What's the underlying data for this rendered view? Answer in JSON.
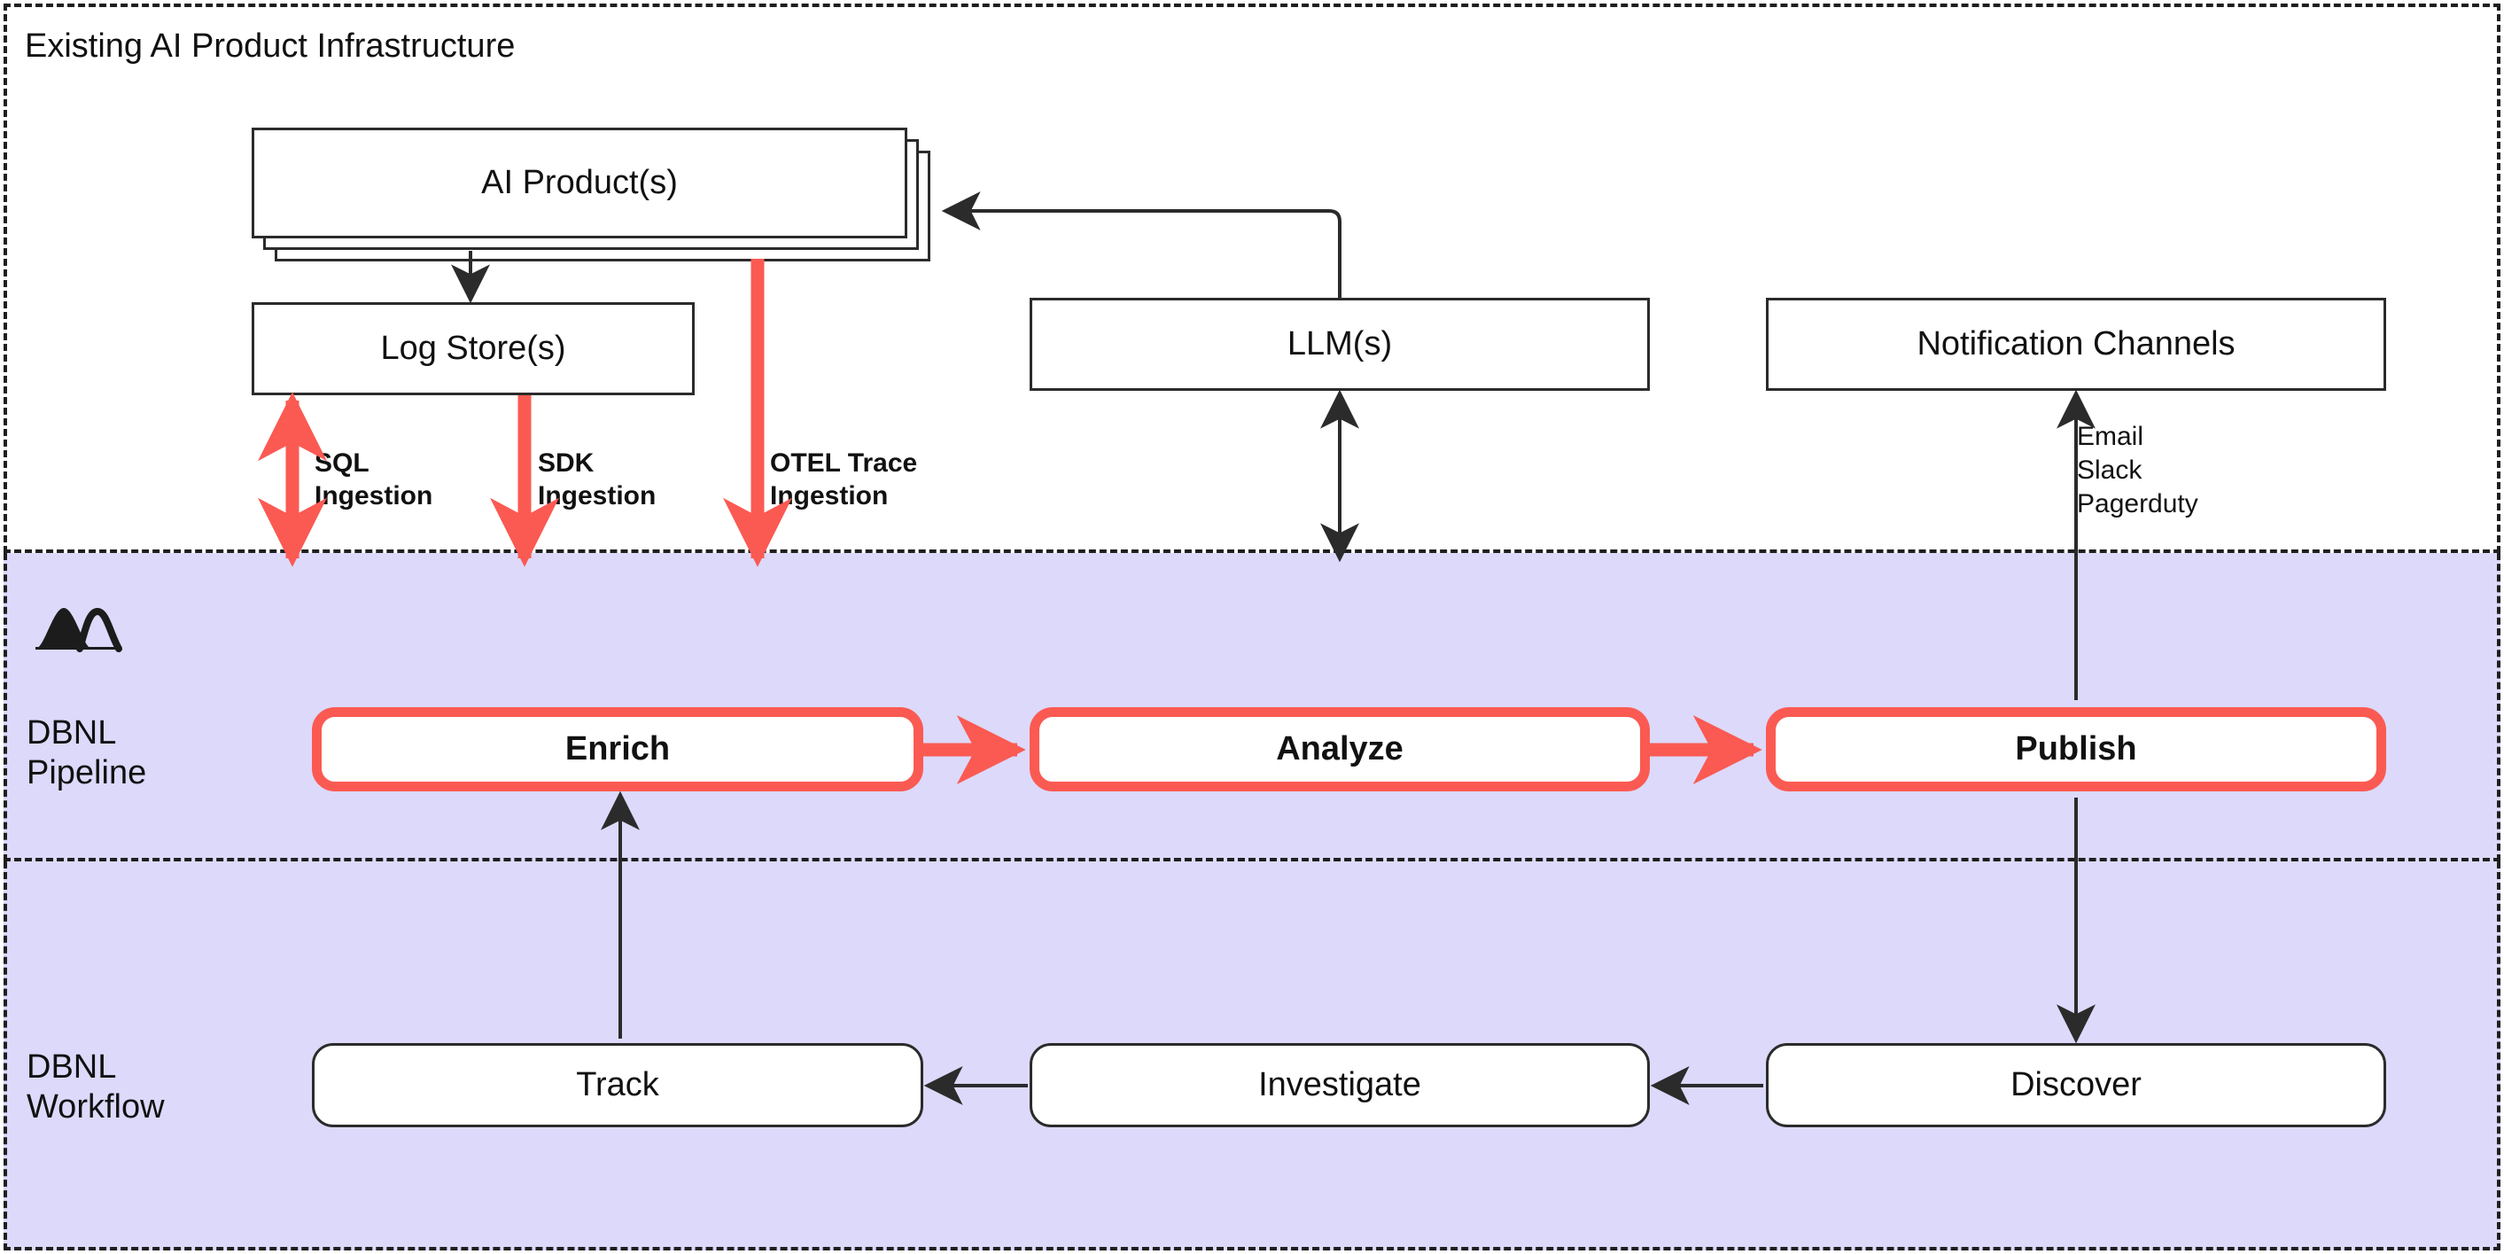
{
  "diagram": {
    "title": "DBNL pipeline and workflow architecture",
    "colors": {
      "accent_red": "#fb5a52",
      "zone_lavender": "#dcd9fb",
      "stroke_dark": "#2b2b2b",
      "background": "#ffffff"
    }
  },
  "zones": {
    "infrastructure": {
      "title": "Existing AI Product Infrastructure"
    },
    "pipeline": {
      "title": "DBNL\nPipeline",
      "logo_name": "dbnl-mountain-logo"
    },
    "workflow": {
      "title": "DBNL\nWorkflow"
    }
  },
  "infrastructure": {
    "ai_product": {
      "label": "AI Product(s)",
      "stack_count": 3
    },
    "log_store": {
      "label": "Log Store(s)"
    },
    "llm": {
      "label": "LLM(s)"
    },
    "notification_channels": {
      "label": "Notification Channels"
    },
    "notification_list": "Email\nSlack\nPagerduty"
  },
  "ingestion": [
    {
      "key": "sql",
      "label": "SQL\nIngestion",
      "direction": "bidirectional",
      "color": "#fb5a52"
    },
    {
      "key": "sdk",
      "label": "SDK\nIngestion",
      "direction": "down",
      "color": "#fb5a52"
    },
    {
      "key": "otel",
      "label": "OTEL Trace\nIngestion",
      "direction": "down",
      "color": "#fb5a52"
    }
  ],
  "pipeline_stages": [
    {
      "key": "enrich",
      "label": "Enrich"
    },
    {
      "key": "analyze",
      "label": "Analyze"
    },
    {
      "key": "publish",
      "label": "Publish"
    }
  ],
  "workflow_stages": [
    {
      "key": "track",
      "label": "Track"
    },
    {
      "key": "investigate",
      "label": "Investigate"
    },
    {
      "key": "discover",
      "label": "Discover"
    }
  ],
  "connections": [
    {
      "from": "ai-product",
      "to": "log-store",
      "style": "thin-black",
      "direction": "down"
    },
    {
      "from": "llm",
      "to": "ai-product",
      "style": "thin-black",
      "direction": "elbow-left-up"
    },
    {
      "from": "llm",
      "to": "pipeline",
      "style": "thin-black",
      "direction": "bidirectional-down"
    },
    {
      "from": "publish",
      "to": "notification-channels",
      "style": "thin-black",
      "direction": "up"
    },
    {
      "from": "log-store",
      "to": "enrich",
      "style": "thick-red",
      "direction": "down"
    },
    {
      "from": "ai-product",
      "to": "enrich",
      "style": "thick-red",
      "direction": "down"
    },
    {
      "from": "enrich",
      "to": "analyze",
      "style": "thick-red",
      "direction": "right"
    },
    {
      "from": "analyze",
      "to": "publish",
      "style": "thick-red",
      "direction": "right"
    },
    {
      "from": "publish",
      "to": "discover",
      "style": "thin-black",
      "direction": "down"
    },
    {
      "from": "discover",
      "to": "investigate",
      "style": "thin-black",
      "direction": "left"
    },
    {
      "from": "investigate",
      "to": "track",
      "style": "thin-black",
      "direction": "left"
    },
    {
      "from": "track",
      "to": "enrich",
      "style": "thin-black",
      "direction": "up"
    }
  ]
}
